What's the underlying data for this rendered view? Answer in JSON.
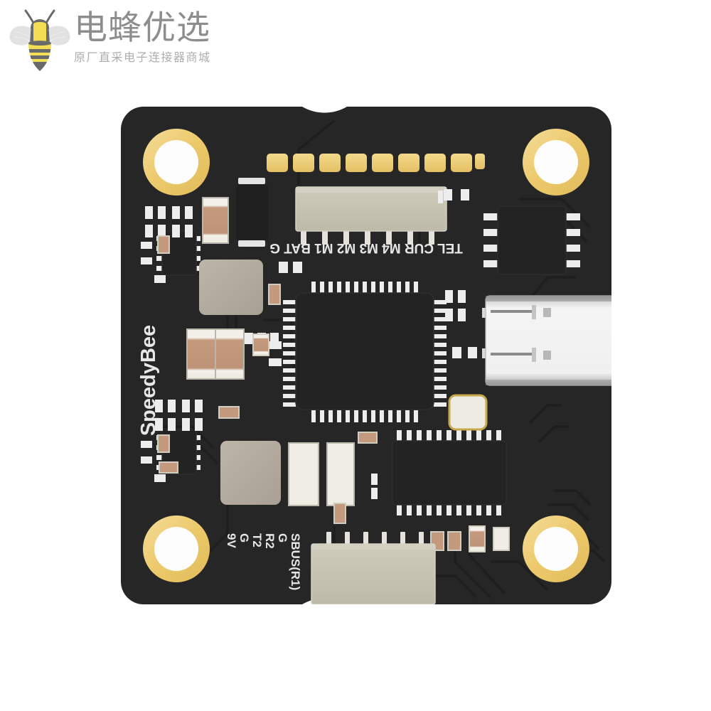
{
  "watermark": {
    "brand_name": "电蜂优选",
    "tagline": "原厂直采电子连接器商城",
    "bee_icon": "bee-icon",
    "brand_text_color": "#8d8d8d",
    "tagline_color": "#adadad",
    "bee_yellow": "#f2dd55",
    "bee_gray": "#6a6a6a",
    "wing_color": "#dedede"
  },
  "board": {
    "product_name": "SpeedyBee",
    "description": "flight-controller-pcb",
    "colors": {
      "pcb_black": "#262626",
      "pcb_black_dark": "#1c1c1c",
      "silkscreen_white": "#e7e7e5",
      "gold_pad": "#edc96d",
      "gold_ring": "#ecd07a",
      "hole_white": "#fdfdfd",
      "connector_tan": "#c6c3b3",
      "cap_tan": "#c49a7e",
      "pin_silver": "#ededed",
      "usb_silver": "#ececec",
      "chip_black": "#222222",
      "shield_gray": "#b4aca0",
      "background": "#ffffff"
    },
    "silkscreen": {
      "brand_label": "SpeedyBee",
      "top_pad_labels": "TEL CUR M4 M3 M2 M1 BAT G",
      "bottom_labels": [
        "SBUS(R1)",
        "G",
        "R2",
        "T2",
        "G",
        "9V"
      ]
    },
    "features": {
      "mounting_holes": 4,
      "top_gold_pads": 8,
      "top_connector_pins": 8,
      "bottom_connector_pins": 6,
      "usb_port": "USB-C",
      "main_mcu_package": "LQFP",
      "corner_cutouts": 4
    }
  }
}
